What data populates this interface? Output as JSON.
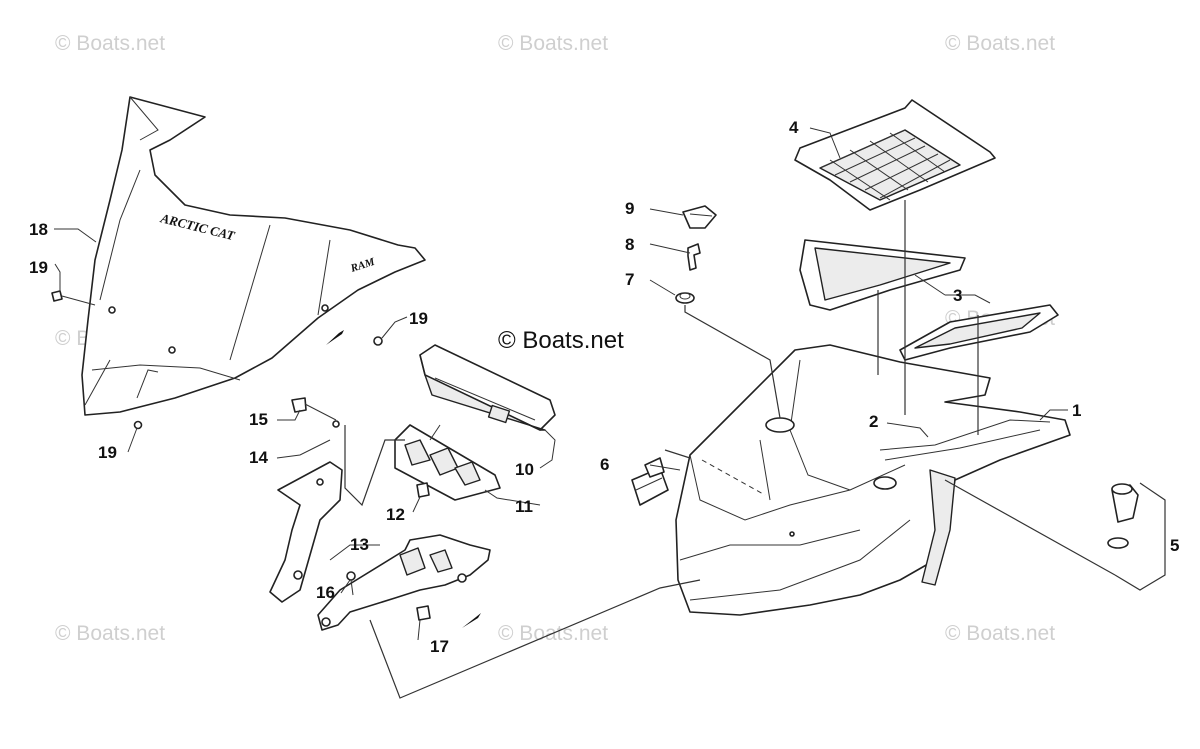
{
  "watermark": "© Boats.net",
  "center_watermark": "© Boats.net",
  "windshield_logo": "ARCTIC CAT",
  "windshield_model": "RAM",
  "callouts": [
    {
      "id": "1",
      "label": "1"
    },
    {
      "id": "2",
      "label": "2"
    },
    {
      "id": "3",
      "label": "3"
    },
    {
      "id": "4",
      "label": "4"
    },
    {
      "id": "5",
      "label": "5"
    },
    {
      "id": "6",
      "label": "6"
    },
    {
      "id": "7",
      "label": "7"
    },
    {
      "id": "8",
      "label": "8"
    },
    {
      "id": "9",
      "label": "9"
    },
    {
      "id": "10",
      "label": "10"
    },
    {
      "id": "11",
      "label": "11"
    },
    {
      "id": "12",
      "label": "12"
    },
    {
      "id": "13",
      "label": "13"
    },
    {
      "id": "14",
      "label": "14"
    },
    {
      "id": "15",
      "label": "15"
    },
    {
      "id": "16",
      "label": "16"
    },
    {
      "id": "17",
      "label": "17"
    },
    {
      "id": "18",
      "label": "18"
    },
    {
      "id": "19a",
      "label": "19"
    },
    {
      "id": "19b",
      "label": "19"
    },
    {
      "id": "19c",
      "label": "19"
    }
  ]
}
